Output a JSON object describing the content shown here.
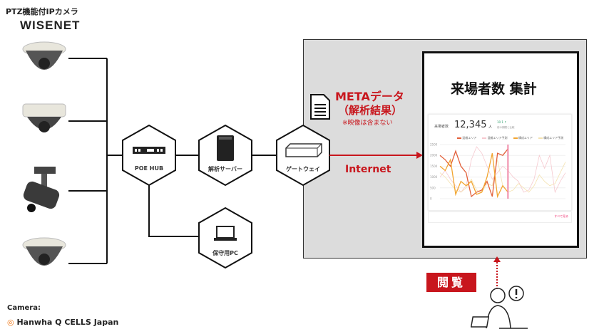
{
  "header": {
    "title": "PTZ機能付IPカメラ",
    "brand": "WISENET"
  },
  "nodes": {
    "poe_hub": "POE HUB",
    "server": "解析サーバー",
    "gateway": "ゲートウェイ",
    "pc": "保守用PC"
  },
  "meta": {
    "line1": "METAデータ",
    "line2": "（解析結果）",
    "note": "※映像は含まない"
  },
  "internet": "Internet",
  "dashboard": {
    "title": "来場者数 集計",
    "kpi_label": "来場者数",
    "kpi_value": "12,345",
    "kpi_unit": "人",
    "kpi_delta": "10.1 ↑",
    "kpi_sub": "前の期間と比較",
    "footer_link": "すべて見る"
  },
  "viewer": {
    "label": "閲覧"
  },
  "credit": {
    "caption": "Camera:",
    "company": "Hanwha Q CELLS Japan"
  },
  "colors": {
    "accent": "#c8161d",
    "panel": "#dcdcdc"
  },
  "chart_data": {
    "type": "line",
    "ylim": [
      0,
      2500
    ],
    "yticks": [
      "0",
      "500",
      "1000",
      "1500",
      "2000",
      "2500"
    ],
    "series": [
      {
        "name": "混雑エリア",
        "color": "#e2603a",
        "values": [
          2000,
          1800,
          1500,
          2200,
          1500,
          1200,
          100,
          300,
          400,
          800,
          100,
          2100,
          2000,
          2300
        ]
      },
      {
        "name": "混雑エリア予測",
        "color": "#f6c9cf",
        "values": [
          1000,
          1300,
          900,
          600,
          300,
          600,
          1800,
          2400,
          2100,
          1500,
          900,
          1200,
          1500,
          1300,
          1000,
          800,
          300,
          400,
          900,
          2000,
          1400,
          2000,
          300,
          800,
          1200
        ]
      },
      {
        "name": "構成エリア",
        "color": "#f2a530",
        "values": [
          1500,
          1300,
          1800,
          200,
          800,
          600,
          800,
          200,
          300,
          1000,
          2100,
          100,
          600,
          300
        ]
      },
      {
        "name": "構成エリア予測",
        "color": "#f4e2b0",
        "values": [
          1200,
          1000,
          700,
          400,
          300,
          500,
          900,
          400,
          300,
          700,
          600,
          1800,
          600,
          300,
          400,
          700,
          500,
          300,
          600,
          1100,
          800,
          600,
          700,
          1200,
          1700
        ]
      }
    ]
  }
}
